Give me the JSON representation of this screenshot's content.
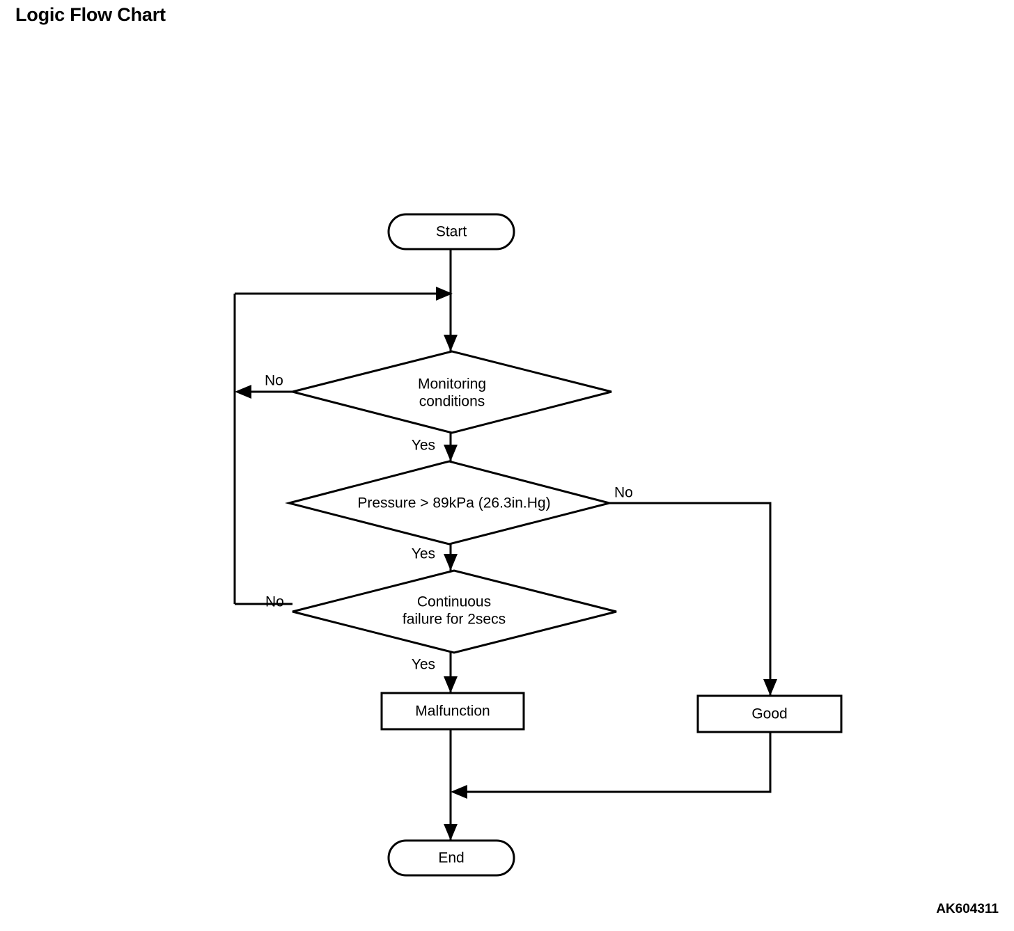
{
  "page": {
    "title": "Logic Flow Chart",
    "figure_code": "AK604311",
    "background_color": "#ffffff",
    "line_color": "#000000",
    "text_color": "#000000"
  },
  "chart_data": {
    "type": "diagram",
    "diagram_type": "flowchart",
    "title": "Logic Flow Chart",
    "nodes": [
      {
        "id": "start",
        "shape": "terminator",
        "label": "Start"
      },
      {
        "id": "monitoring",
        "shape": "decision",
        "label": "Monitoring\nconditions",
        "line1": "Monitoring",
        "line2": "conditions"
      },
      {
        "id": "pressure",
        "shape": "decision",
        "label": "Pressure > 89kPa (26.3in.Hg)",
        "line1": "Pressure > 89kPa (26.3in.Hg)",
        "line2": ""
      },
      {
        "id": "continuous",
        "shape": "decision",
        "label": "Continuous\nfailure for 2secs",
        "line1": "Continuous",
        "line2": "failure for 2secs"
      },
      {
        "id": "malfunction",
        "shape": "process",
        "label": "Malfunction"
      },
      {
        "id": "good",
        "shape": "process",
        "label": "Good"
      },
      {
        "id": "end",
        "shape": "terminator",
        "label": "End"
      }
    ],
    "edges": [
      {
        "from": "start",
        "to": "monitoring",
        "label": ""
      },
      {
        "from": "monitoring",
        "to": "monitoring",
        "label": "No",
        "direction": "left-loop"
      },
      {
        "from": "monitoring",
        "to": "pressure",
        "label": "Yes",
        "direction": "down"
      },
      {
        "from": "pressure",
        "to": "good",
        "label": "No",
        "direction": "right"
      },
      {
        "from": "pressure",
        "to": "continuous",
        "label": "Yes",
        "direction": "down"
      },
      {
        "from": "continuous",
        "to": "monitoring",
        "label": "No",
        "direction": "left-loop"
      },
      {
        "from": "continuous",
        "to": "malfunction",
        "label": "Yes",
        "direction": "down"
      },
      {
        "from": "malfunction",
        "to": "end",
        "label": ""
      },
      {
        "from": "good",
        "to": "end",
        "label": ""
      }
    ],
    "labels": {
      "start": "Start",
      "monitoring_line1": "Monitoring",
      "monitoring_line2": "conditions",
      "pressure": "Pressure > 89kPa (26.3in.Hg)",
      "continuous_line1": "Continuous",
      "continuous_line2": "failure for 2secs",
      "malfunction": "Malfunction",
      "good": "Good",
      "end": "End",
      "no_1": "No",
      "yes_1": "Yes",
      "no_2": "No",
      "yes_2": "Yes",
      "no_3": "No",
      "yes_3": "Yes"
    }
  }
}
